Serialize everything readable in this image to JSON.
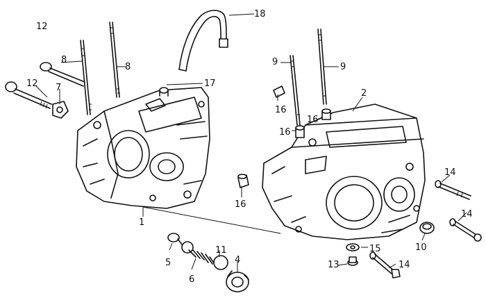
{
  "labels": {
    "l1": "1",
    "l2": "2",
    "l4": "4",
    "l5": "5",
    "l6": "6",
    "l7": "7",
    "l8a": "8",
    "l8b": "8",
    "l9a": "9",
    "l9b": "9",
    "l10": "10",
    "l11": "11",
    "l12a": "12",
    "l12b": "12",
    "l13": "13",
    "l14a": "14",
    "l14b": "14",
    "l14c": "14",
    "l15": "15",
    "l16a": "16",
    "l16b": "16",
    "l16c": "16",
    "l16d": "16",
    "l17": "17",
    "l18": "18"
  }
}
